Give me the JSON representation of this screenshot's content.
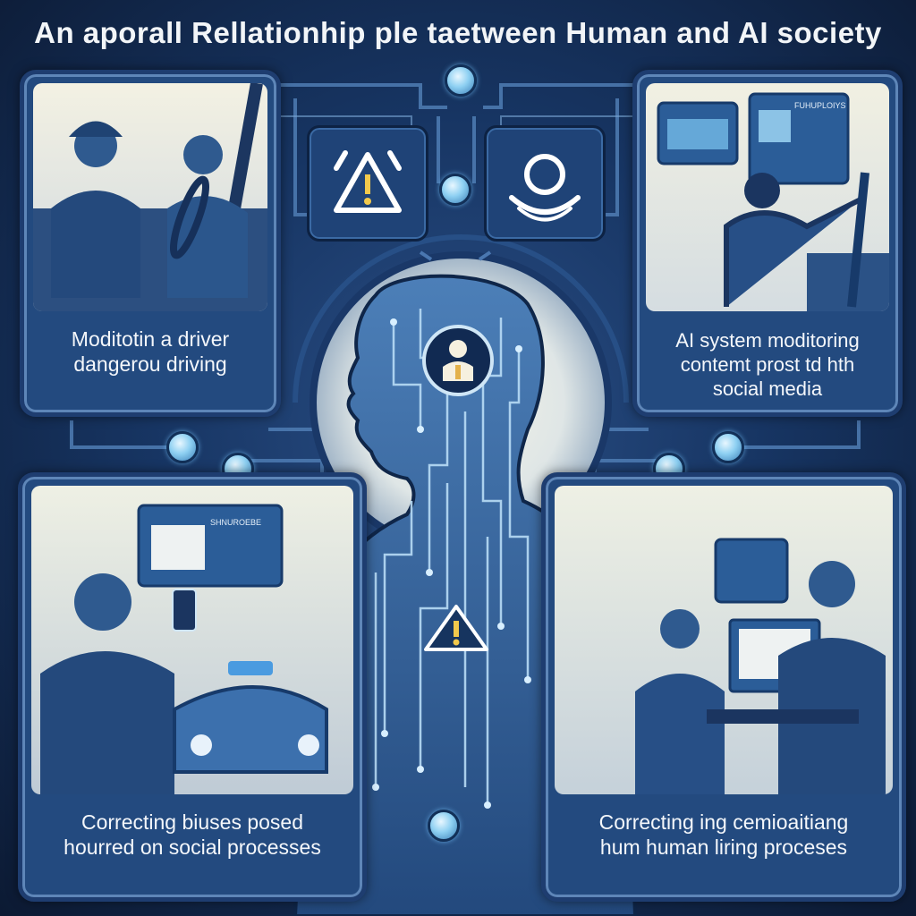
{
  "title": "An aporall Rellationhip ple taetween Human and AI society",
  "colors": {
    "background": "#173563",
    "panel": "#234a7f",
    "accent_glow": "#8ed0f2",
    "text": "#f4f7fb"
  },
  "icons": {
    "top_left": "warning-triangle-icon",
    "top_right": "person-arc-icon",
    "head_center": "person-icon",
    "body_center": "warning-icon",
    "bottom_right": "lightbulb-icon"
  },
  "panels": {
    "top_left": {
      "caption": [
        "Moditotin a driver",
        "dangerou driving"
      ]
    },
    "top_right": {
      "caption": [
        "AI system moditoring",
        "contemt prost td hth",
        "social media"
      ]
    },
    "bottom_left": {
      "caption": [
        "Correcting biuses posed",
        "hourred on social processes"
      ],
      "screen_label": "SHNUROEBE"
    },
    "bottom_right": {
      "caption": [
        "Correcting ing cemioaitiang",
        "hum human liring proceses"
      ]
    }
  },
  "top_right_screen_label": "FUHUPLOIYS"
}
